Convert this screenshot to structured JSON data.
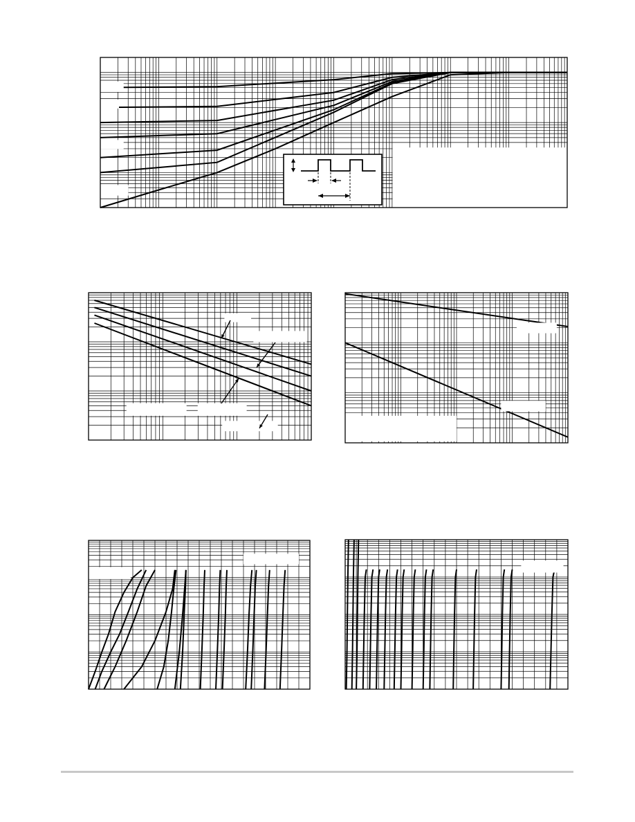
{
  "colors": {
    "line": "#000000",
    "background": "#ffffff",
    "footer_rule": "#c8c8c8"
  },
  "chart_data": [
    {
      "id": "transient_thermal",
      "type": "line",
      "x_scale": "log",
      "y_scale": "log",
      "xlim": [
        1e-05,
        1000
      ],
      "ylim": [
        0.002,
        2
      ],
      "grid": true,
      "series": [
        {
          "x": [
            1e-05,
            0.001,
            0.1,
            1,
            10,
            100,
            1000
          ],
          "y": [
            0.5,
            0.52,
            0.72,
            0.95,
            1,
            1,
            1
          ]
        },
        {
          "x": [
            1e-05,
            0.001,
            0.1,
            1,
            10,
            100,
            1000
          ],
          "y": [
            0.2,
            0.21,
            0.4,
            0.8,
            1,
            1,
            1
          ]
        },
        {
          "x": [
            1e-05,
            0.001,
            0.1,
            1,
            10,
            100,
            1000
          ],
          "y": [
            0.1,
            0.11,
            0.28,
            0.72,
            1,
            1,
            1
          ]
        },
        {
          "x": [
            1e-05,
            0.001,
            0.1,
            1,
            10,
            100,
            1000
          ],
          "y": [
            0.05,
            0.06,
            0.22,
            0.66,
            1,
            1,
            1
          ]
        },
        {
          "x": [
            1e-05,
            0.001,
            0.1,
            1,
            10,
            100,
            1000
          ],
          "y": [
            0.02,
            0.028,
            0.18,
            0.62,
            1,
            1,
            1
          ]
        },
        {
          "x": [
            1e-05,
            0.001,
            0.1,
            1,
            10,
            100,
            1000
          ],
          "y": [
            0.01,
            0.016,
            0.16,
            0.6,
            1,
            1,
            1
          ]
        },
        {
          "x": [
            1e-05,
            0.0001,
            0.001,
            0.01,
            0.1,
            1,
            10,
            100,
            1000
          ],
          "y": [
            0.002,
            0.0045,
            0.01,
            0.03,
            0.1,
            0.33,
            0.9,
            1,
            1
          ]
        }
      ]
    },
    {
      "id": "loglog_four_lines",
      "type": "line",
      "x_scale": "log",
      "y_scale": "log",
      "xlim": [
        0.01,
        10
      ],
      "ylim": [
        0.01,
        10
      ],
      "grid": true,
      "series": [
        {
          "x": [
            0.012,
            10
          ],
          "y": [
            7,
            0.35
          ]
        },
        {
          "x": [
            0.012,
            10
          ],
          "y": [
            5,
            0.2
          ]
        },
        {
          "x": [
            0.012,
            10
          ],
          "y": [
            3.5,
            0.1
          ]
        },
        {
          "x": [
            0.012,
            10
          ],
          "y": [
            2.4,
            0.05
          ]
        }
      ]
    },
    {
      "id": "loglog_two_lines",
      "type": "line",
      "x_scale": "log",
      "y_scale": "log",
      "xlim": [
        0.01,
        100
      ],
      "ylim": [
        0.01,
        10
      ],
      "grid": true,
      "series": [
        {
          "x": [
            0.01,
            100
          ],
          "y": [
            9.5,
            2.1
          ]
        },
        {
          "x": [
            0.01,
            100
          ],
          "y": [
            1,
            0.013
          ]
        }
      ]
    },
    {
      "id": "semilog_steep_curves",
      "type": "line",
      "x_scale": "linear",
      "y_scale": "log",
      "xlim": [
        0,
        100
      ],
      "ylim": [
        0.001,
        10
      ],
      "grid": true,
      "series": [
        {
          "x": [
            0,
            3,
            6,
            9,
            12,
            16,
            20,
            24
          ],
          "y": [
            0.001,
            0.003,
            0.01,
            0.03,
            0.12,
            0.4,
            1,
            1.6
          ]
        },
        {
          "x": [
            3,
            6,
            10,
            14,
            18,
            22,
            26
          ],
          "y": [
            0.001,
            0.003,
            0.01,
            0.03,
            0.12,
            0.5,
            1.6
          ]
        },
        {
          "x": [
            7,
            12,
            17,
            22,
            26,
            30
          ],
          "y": [
            0.001,
            0.004,
            0.02,
            0.12,
            0.6,
            1.6
          ]
        },
        {
          "x": [
            16,
            24,
            30,
            35,
            38,
            39
          ],
          "y": [
            0.001,
            0.004,
            0.02,
            0.12,
            0.5,
            1.6
          ]
        },
        {
          "x": [
            31,
            34,
            36,
            37.5,
            38.5,
            39.5
          ],
          "y": [
            0.001,
            0.004,
            0.02,
            0.12,
            0.5,
            1.6
          ]
        },
        {
          "x": [
            39,
            41,
            42.5,
            43.5,
            44
          ],
          "y": [
            0.001,
            0.01,
            0.1,
            0.6,
            1.6
          ]
        },
        {
          "x": [
            41.5,
            42.5,
            43.2,
            43.8,
            44
          ],
          "y": [
            0.001,
            0.01,
            0.1,
            0.6,
            1.6
          ]
        },
        {
          "x": [
            50.5,
            51.2,
            51.8,
            52.2,
            52.5
          ],
          "y": [
            0.001,
            0.01,
            0.1,
            0.6,
            1.6
          ]
        },
        {
          "x": [
            57.5,
            58.2,
            58.8,
            59.2,
            59.5
          ],
          "y": [
            0.001,
            0.01,
            0.1,
            0.6,
            1.6
          ]
        },
        {
          "x": [
            60.5,
            61.2,
            61.8,
            62.2,
            62.5
          ],
          "y": [
            0.001,
            0.01,
            0.1,
            0.6,
            1.6
          ]
        },
        {
          "x": [
            71,
            71.8,
            72.5,
            73.2,
            73.8
          ],
          "y": [
            0.001,
            0.01,
            0.1,
            0.6,
            1.6
          ]
        },
        {
          "x": [
            73.5,
            74.2,
            74.8,
            75.3,
            75.8
          ],
          "y": [
            0.001,
            0.01,
            0.1,
            0.6,
            1.6
          ]
        },
        {
          "x": [
            79.5,
            80.2,
            80.8,
            81.3,
            81.8
          ],
          "y": [
            0.001,
            0.01,
            0.1,
            0.6,
            1.6
          ]
        },
        {
          "x": [
            86.5,
            87.2,
            87.8,
            88.3,
            88.8
          ],
          "y": [
            0.001,
            0.01,
            0.1,
            0.6,
            1.6
          ]
        }
      ]
    },
    {
      "id": "semilog_vertical_curves",
      "type": "line",
      "x_scale": "linear",
      "y_scale": "log",
      "xlim": [
        0,
        100
      ],
      "ylim": [
        0.001,
        10
      ],
      "grid": true,
      "series": [
        {
          "x": [
            0.5,
            0.8,
            1,
            1.2,
            1.5
          ],
          "y": [
            0.001,
            0.01,
            0.1,
            1,
            10
          ]
        },
        {
          "x": [
            3,
            3.3,
            3.5,
            3.7,
            4
          ],
          "y": [
            0.001,
            0.01,
            0.1,
            1,
            10
          ]
        },
        {
          "x": [
            5,
            5.3,
            5.5,
            5.7,
            6
          ],
          "y": [
            0.001,
            0.01,
            0.1,
            1,
            10
          ]
        },
        {
          "x": [
            8,
            8.3,
            8.6,
            9,
            9.5
          ],
          "y": [
            0.001,
            0.01,
            0.1,
            1,
            1.6
          ]
        },
        {
          "x": [
            11,
            11.3,
            11.6,
            12,
            12.5
          ],
          "y": [
            0.001,
            0.01,
            0.1,
            1,
            1.6
          ]
        },
        {
          "x": [
            14,
            14.3,
            14.6,
            15,
            15.5
          ],
          "y": [
            0.001,
            0.01,
            0.1,
            1,
            1.6
          ]
        },
        {
          "x": [
            17.5,
            17.8,
            18.1,
            18.5,
            19
          ],
          "y": [
            0.001,
            0.01,
            0.1,
            1,
            1.6
          ]
        },
        {
          "x": [
            22,
            22.3,
            22.6,
            23,
            23.5
          ],
          "y": [
            0.001,
            0.01,
            0.1,
            1,
            1.6
          ]
        },
        {
          "x": [
            25,
            25.3,
            25.6,
            26,
            26.5
          ],
          "y": [
            0.001,
            0.01,
            0.1,
            1,
            1.6
          ]
        },
        {
          "x": [
            30,
            30.3,
            30.6,
            31,
            31.5
          ],
          "y": [
            0.001,
            0.01,
            0.1,
            1,
            1.6
          ]
        },
        {
          "x": [
            35,
            35.3,
            35.6,
            36,
            36.5
          ],
          "y": [
            0.001,
            0.01,
            0.1,
            1,
            1.6
          ]
        },
        {
          "x": [
            38,
            38.3,
            38.6,
            39,
            39.5
          ],
          "y": [
            0.001,
            0.01,
            0.1,
            1,
            1.6
          ]
        },
        {
          "x": [
            48.5,
            48.8,
            49.1,
            49.5,
            50
          ],
          "y": [
            0.001,
            0.01,
            0.1,
            1,
            1.6
          ]
        },
        {
          "x": [
            57.5,
            57.8,
            58.1,
            58.5,
            59
          ],
          "y": [
            0.001,
            0.01,
            0.1,
            1,
            1.6
          ]
        },
        {
          "x": [
            70,
            70.3,
            70.6,
            71,
            71.5
          ],
          "y": [
            0.001,
            0.01,
            0.1,
            1,
            1.6
          ]
        },
        {
          "x": [
            73.5,
            73.8,
            74.1,
            74.5,
            75
          ],
          "y": [
            0.001,
            0.01,
            0.1,
            1,
            1.6
          ]
        },
        {
          "x": [
            92,
            92.4,
            92.8,
            93.3,
            94
          ],
          "y": [
            0.001,
            0.01,
            0.1,
            1,
            1.6
          ]
        }
      ]
    }
  ]
}
